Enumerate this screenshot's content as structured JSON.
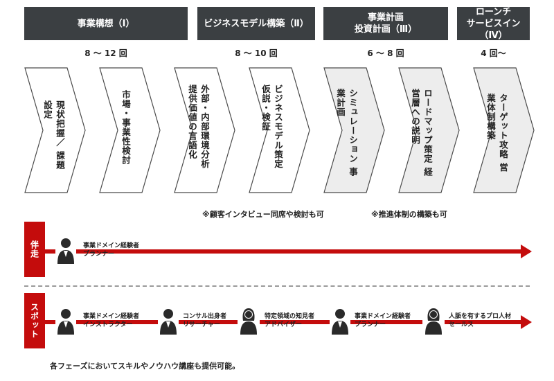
{
  "phases": [
    {
      "lines": [
        "事業構想（Ⅰ）"
      ],
      "sessions": "8 〜 12 回"
    },
    {
      "lines": [
        "ビジネスモデル構築（Ⅱ）"
      ],
      "sessions": "8 〜 10 回"
    },
    {
      "lines": [
        "事業計画",
        "投資計画（Ⅲ）"
      ],
      "sessions": "6 〜 8 回"
    },
    {
      "lines": [
        "ローンチ",
        "サービスイン（Ⅳ）"
      ],
      "sessions": "4 回〜"
    }
  ],
  "steps": [
    {
      "lines": [
        "現状把握／",
        "課題設定"
      ],
      "fill": "#ffffff"
    },
    {
      "lines": [
        "市場・事業性検討"
      ],
      "fill": "#ffffff"
    },
    {
      "lines": [
        "外部・内部環境分析",
        "提供価値の言語化"
      ],
      "fill": "#ffffff"
    },
    {
      "lines": [
        "ビジネスモデル策定",
        "仮説・検証"
      ],
      "fill": "#ffffff"
    },
    {
      "lines": [
        "シミュレーション",
        "事業計画"
      ],
      "fill": "#ededed"
    },
    {
      "lines": [
        "ロードマップ策定",
        "経営層への説明"
      ],
      "fill": "#ededed"
    },
    {
      "lines": [
        "ターゲット攻略",
        "営業体制構築"
      ],
      "fill": "#ededed"
    }
  ],
  "notes": [
    "※顧客インタビュー同席や検討も可",
    "※推進体制の構築も可"
  ],
  "rows": {
    "accompany": {
      "label": "伴走",
      "people": [
        {
          "icon": "man-icon",
          "lines": [
            "事業ドメイン経験者",
            "プランナー"
          ]
        }
      ]
    },
    "spot": {
      "label": "スポット",
      "people": [
        {
          "icon": "man-icon",
          "lines": [
            "事業ドメイン経験者",
            "インストラクター"
          ]
        },
        {
          "icon": "man-icon",
          "lines": [
            "コンサル出身者",
            "リサーチャー"
          ]
        },
        {
          "icon": "woman-icon",
          "lines": [
            "特定領域の知見者",
            "アドバイザー"
          ]
        },
        {
          "icon": "man-icon",
          "lines": [
            "事業ドメイン経験者",
            "プランナー"
          ]
        },
        {
          "icon": "woman-icon",
          "lines": [
            "人脈を有するプロ人材",
            "セールス"
          ]
        }
      ]
    }
  },
  "footer": "各フェーズにおいてスキルやノウハウ講座も提供可能。",
  "colors": {
    "header_bg": "#3b3f42",
    "accent": "#c40c0c",
    "shaded_step": "#ededed"
  }
}
